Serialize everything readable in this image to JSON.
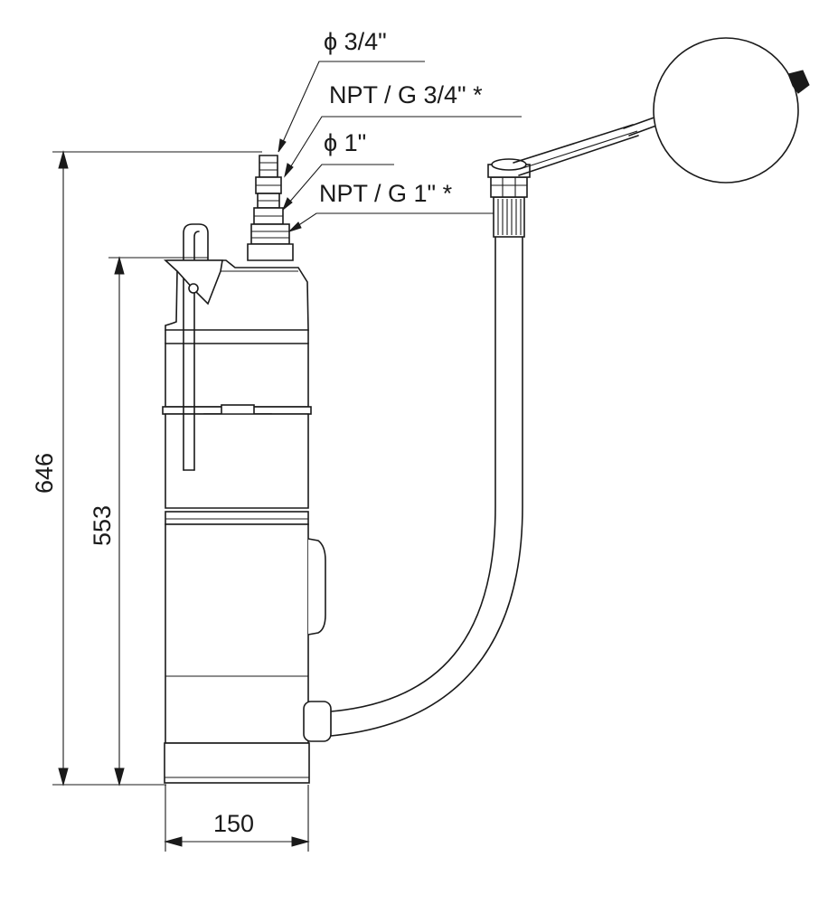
{
  "labels": {
    "outlet_small_diameter": "ϕ 3/4\"",
    "outlet_small_thread": "NPT / G 3/4\" *",
    "outlet_large_diameter": "ϕ 1\"",
    "outlet_large_thread": "NPT / G 1\" *"
  },
  "dimensions": {
    "overall_height": "646",
    "body_height": "553",
    "body_width": "150"
  }
}
